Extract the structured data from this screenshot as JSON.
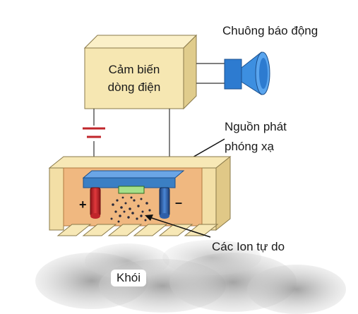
{
  "labels": {
    "alarm": "Chuông báo động",
    "sensor_line1": "Cảm biến",
    "sensor_line2": "dòng điện",
    "source_line1": "Nguồn phát",
    "source_line2": "phóng xạ",
    "ions": "Các Ion tự do",
    "smoke": "Khói",
    "plus": "+",
    "minus": "–"
  },
  "colors": {
    "sensor_box": "#f6e7b2",
    "chamber": "#f3dfa6",
    "chamber_inner": "#f0b880",
    "electrode_plate": "#3b7fc4",
    "positive_electrode": "#c0262b",
    "negative_electrode": "#2f5fa8",
    "speaker": "#2d7bd0",
    "battery": "#c0262b"
  },
  "icons": [
    "alarm-speaker-icon",
    "battery-icon",
    "radioactive-source-icon"
  ]
}
